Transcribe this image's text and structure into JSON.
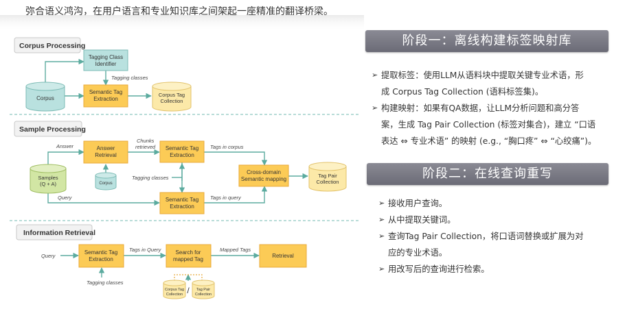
{
  "intro": "弥合语义鸿沟，在用户语言和专业知识库之间架起一座精准的翻译桥梁。",
  "sections": {
    "corpus": "Corpus Processing",
    "sample": "Sample Processing",
    "retrieval": "Information Retrieval"
  },
  "nodes": {
    "tagging_class_identifier": [
      "Tagging Class",
      "Identifier"
    ],
    "corpus": "Corpus",
    "semantic_tag_extraction": [
      "Semantic Tag",
      "Extraction"
    ],
    "corpus_tag_collection": [
      "Corpus Tag",
      "Collection"
    ],
    "samples": [
      "Samples",
      "(Q + A)"
    ],
    "answer_retrieval": [
      "Answer",
      "Retrieval"
    ],
    "corpus_small": "Corpus",
    "cross_domain": [
      "Cross-domain",
      "Semantic mapping"
    ],
    "tag_pair_collection": [
      "Tag Pair",
      "Collection"
    ],
    "search_mapped_tag": [
      "Search for",
      "mapped Tag"
    ],
    "retrieval": "Retrieval",
    "corpus_tag_small": [
      "Corpus Tag",
      "Collection"
    ],
    "tag_pair_small": [
      "Tag Pair",
      "Collection"
    ],
    "slash": "/"
  },
  "edge_labels": {
    "tagging_classes": "Tagging classes",
    "answer": "Answer",
    "chunks_retrieved": [
      "Chunks",
      "retrieved"
    ],
    "tags_in_corpus": "Tags in corpus",
    "tagging_classes_2": "Tagging classes",
    "query": "Query",
    "tags_in_query": "Tags in query",
    "query_ir": "Query",
    "tags_in_query_ir": "Tags in Query",
    "mapped_tags": "Mapped Tags",
    "tagging_classes_ir": "Tagging classes"
  },
  "stage1": {
    "title": "阶段一：离线构建标签映射库",
    "items": [
      [
        "提取标签：使用LLM从语料块中提取关键专业术语，形",
        "成 Corpus Tag Collection (语料标签集)。"
      ],
      [
        "构建映射：如果有QA数据，让LLM分析问题和高分答",
        "案，生成 Tag Pair Collection (标签对集合)，建立 “口语",
        "表达 ⇔ 专业术语” 的映射 (e.g., “胸口疼” ⇔ “心绞痛”)。"
      ]
    ]
  },
  "stage2": {
    "title": "阶段二：在线查询重写",
    "items": [
      [
        "接收用户查询。"
      ],
      [
        "从中提取关键词。"
      ],
      [
        "查询Tag Pair Collection，将口语词替换或扩展为对",
        "应的专业术语。"
      ],
      [
        "用改写后的查询进行检索。"
      ]
    ]
  },
  "bullet": "➢",
  "colors": {
    "orange_fill": "#fccb56",
    "orange_stroke": "#e8a93a",
    "teal_fill": "#b9e1df",
    "teal_stroke": "#7bbab4",
    "green_fill": "#d2e6a4",
    "green_stroke": "#9fbd62",
    "yellow_fill": "#fce9a8",
    "yellow_stroke": "#e2c26b",
    "line": "#5cab9f",
    "stage_bg": "#75757f"
  }
}
